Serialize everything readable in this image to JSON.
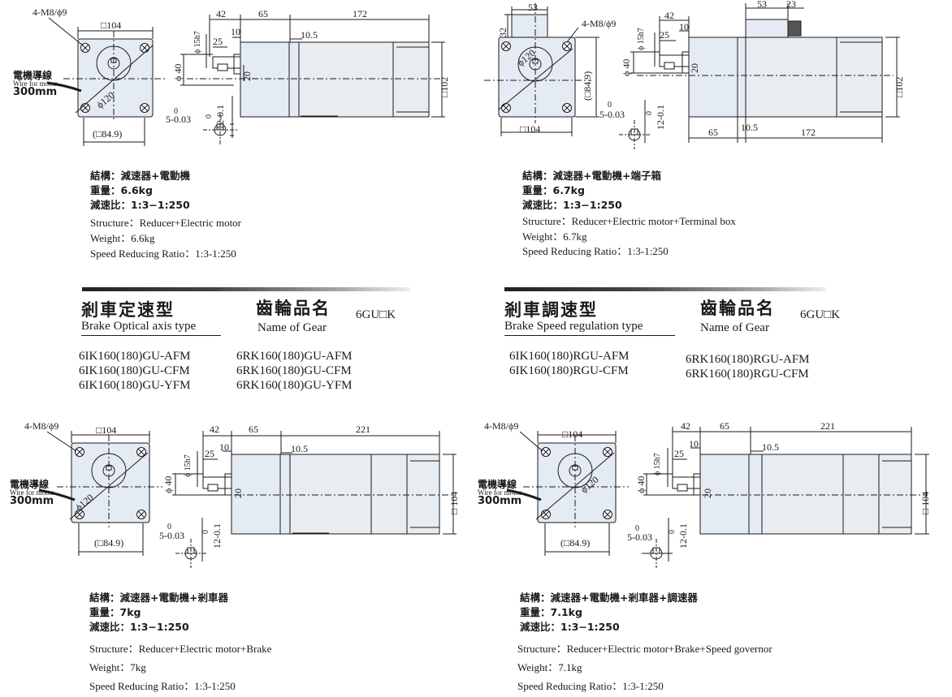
{
  "diagrams": [
    {
      "id": "top-left",
      "dims": {
        "mount": "4-M8/ϕ9",
        "square": "□104",
        "flange": "(□84.9)",
        "circle": "ϕ120",
        "d42": "42",
        "d65": "65",
        "dlen": "172",
        "d25": "25",
        "d10": "10",
        "d105": "10.5",
        "shaft": "ϕ 15h7",
        "d40": "ϕ 40",
        "d20": "20",
        "height": "□102",
        "key_w": "5-0.03",
        "key_w0": "0",
        "key_h": "12-0.1",
        "key_h0": "0"
      },
      "wire": {
        "cn": "電機導線",
        "en": "Wire for motor",
        "len": "300mm"
      },
      "spec": {
        "cn_structure": "結構：減速器+電動機",
        "cn_weight": "重量：6.6kg",
        "cn_ratio": "減速比：1:3−1:250",
        "en_structure": "Structure：Reducer+Electric motor",
        "en_weight": "Weight：6.6kg",
        "en_ratio": "Speed Reducing Ratio：1:3-1:250"
      }
    },
    {
      "id": "top-right",
      "dims": {
        "mount": "4-M8/ϕ9",
        "square": "□104",
        "flange": "(□84.9)",
        "circle": "ϕ120",
        "d53": "53",
        "d32": "32",
        "d42": "42",
        "d25": "25",
        "d10": "10",
        "d65": "65",
        "d105": "10.5",
        "dlen": "172",
        "shaft": "ϕ 15h7",
        "d40": "ϕ 40",
        "d20": "20",
        "height": "□102",
        "tb53": "53",
        "tb23": "23",
        "key_w": "5-0.03",
        "key_w0": "0",
        "key_h": "12-0.1",
        "key_h0": "0"
      },
      "spec": {
        "cn_structure": "結構：減速器+電動機+端子箱",
        "cn_weight": "重量：6.7kg",
        "cn_ratio": "減速比：1:3−1:250",
        "en_structure": "Structure：Reducer+Electric motor+Terminal box",
        "en_weight": "Weight：6.7kg",
        "en_ratio": "Speed Reducing Ratio：1:3-1:250"
      }
    },
    {
      "id": "bottom-left",
      "dims": {
        "mount": "4-M8/ϕ9",
        "square": "□104",
        "flange": "(□84.9)",
        "circle": "ϕ120",
        "d42": "42",
        "d65": "65",
        "dlen": "221",
        "d25": "25",
        "d10": "10",
        "d105": "10.5",
        "shaft": "ϕ 15h7",
        "d40": "ϕ 40",
        "d20": "20",
        "height": "□ 104",
        "key_w": "5-0.03",
        "key_w0": "0",
        "key_h": "12-0.1",
        "key_h0": "0"
      },
      "wire": {
        "cn": "電機導線",
        "en": "Wire for motor",
        "len": "300mm"
      },
      "spec": {
        "cn_structure": "結構：減速器+電動機+剎車器",
        "cn_weight": "重量：7kg",
        "cn_ratio": "減速比：1:3−1:250",
        "en_structure": "Structure：Reducer+Electric motor+Brake",
        "en_weight": "Weight：7kg",
        "en_ratio": "Speed Reducing Ratio：1:3-1:250"
      }
    },
    {
      "id": "bottom-right",
      "dims": {
        "mount": "4-M8/ϕ9",
        "square": "□104",
        "flange": "(□84.9)",
        "circle": "ϕ120",
        "d42": "42",
        "d65": "65",
        "dlen": "221",
        "d25": "25",
        "d10": "10",
        "d105": "10.5",
        "shaft": "ϕ 15h7",
        "d40": "ϕ 40",
        "d20": "20",
        "height": "□ 104",
        "key_w": "5-0.03",
        "key_w0": "0",
        "key_h": "12-0.1",
        "key_h0": "0"
      },
      "wire": {
        "cn": "電機導線",
        "en": "Wire for motor",
        "len": "300mm"
      },
      "spec": {
        "cn_structure": "結構：減速器+電動機+剎車器+調速器",
        "cn_weight": "重量：7.1kg",
        "cn_ratio": "減速比：1:3−1:250",
        "en_structure": "Structure：Reducer+Electric motor+Brake+Speed governor",
        "en_weight": "Weight：7.1kg",
        "en_ratio": "Speed Reducing Ratio：1:3-1:250"
      }
    }
  ],
  "sections": [
    {
      "id": "left",
      "type_cn": "剎車定速型",
      "type_en": "Brake Optical axis type",
      "gear_cn": "齒輪品名",
      "gear_en": "Name of Gear",
      "gear_code": "6GU□K",
      "models_col1": [
        "6IK160(180)GU-AFM",
        "6IK160(180)GU-CFM",
        "6IK160(180)GU-YFM"
      ],
      "models_col2": [
        "6RK160(180)GU-AFM",
        "6RK160(180)GU-CFM",
        "6RK160(180)GU-YFM"
      ]
    },
    {
      "id": "right",
      "type_cn": "剎車調速型",
      "type_en": "Brake Speed regulation type",
      "gear_cn": "齒輪品名",
      "gear_en": "Name of Gear",
      "gear_code": "6GU□K",
      "models_col1": [
        "6IK160(180)RGU-AFM",
        "6IK160(180)RGU-CFM"
      ],
      "models_col2": [
        "6RK160(180)RGU-AFM",
        "6RK160(180)RGU-CFM"
      ]
    }
  ],
  "colors": {
    "motor_fill": "#e4ebf3",
    "line": "#1a1a1a"
  }
}
